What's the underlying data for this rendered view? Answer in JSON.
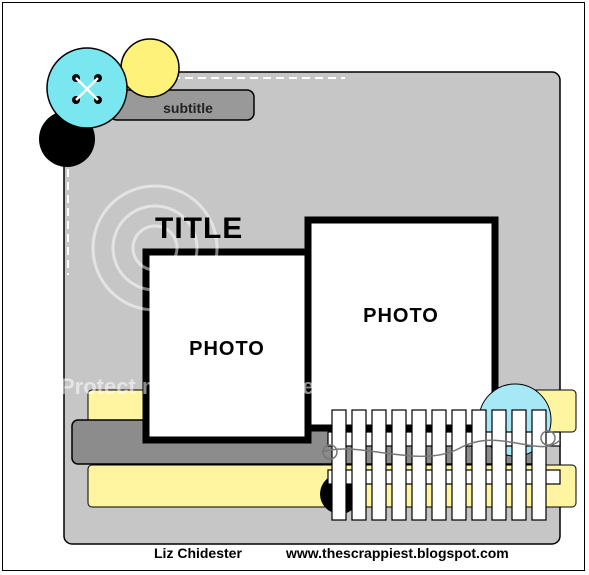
{
  "layout": {
    "subtitle": "subtitle",
    "title": "TITLE",
    "photo_left": "PHOTO",
    "photo_right": "PHOTO"
  },
  "credits": {
    "author": "Liz Chidester",
    "blog": "www.thescrappiest.blogspot.com"
  },
  "watermark": {
    "text": "Protect more of your memories for less!"
  },
  "colors": {
    "background_card": "#c6c6c6",
    "button_cyan": "#7ae6f0",
    "button_yellow": "#fff27a",
    "button_black": "#000000",
    "strip_yellow": "#fff5a0",
    "strip_gray": "#8c8c8c"
  }
}
